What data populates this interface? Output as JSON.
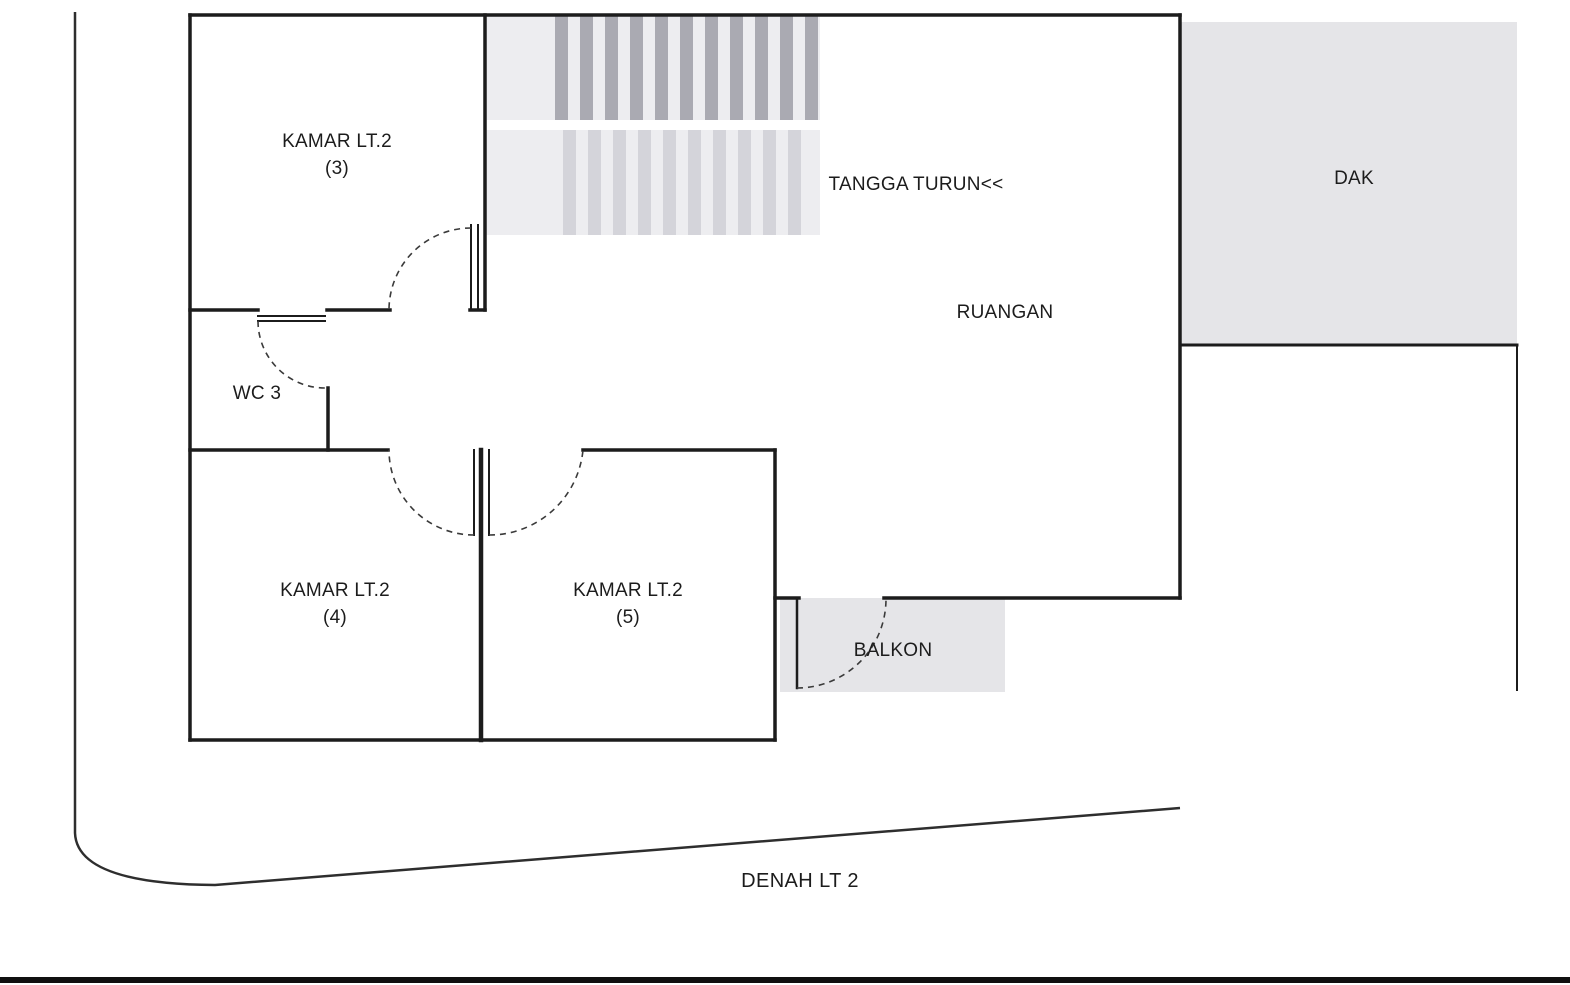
{
  "plan_title": "DENAH LT 2",
  "rooms": {
    "kamar3": {
      "name": "KAMAR LT.2",
      "number": "(3)"
    },
    "kamar4": {
      "name": "KAMAR LT.2",
      "number": "(4)"
    },
    "kamar5": {
      "name": "KAMAR LT.2",
      "number": "(5)"
    },
    "wc": {
      "name": "WC 3"
    },
    "ruangan": {
      "name": "RUANGAN"
    },
    "dak": {
      "name": "DAK"
    },
    "balkon": {
      "name": "BALKON"
    },
    "stairs": {
      "name": "TANGGA TURUN<<"
    }
  },
  "colors": {
    "wall": "#1c1c1c",
    "area_fill": "#e5e5e8",
    "stair_base": "#ededf0",
    "stair_stripe_dark": "#aaaab2",
    "stair_stripe_light": "#d4d4da",
    "boundary_line": "#2e2e2e"
  }
}
